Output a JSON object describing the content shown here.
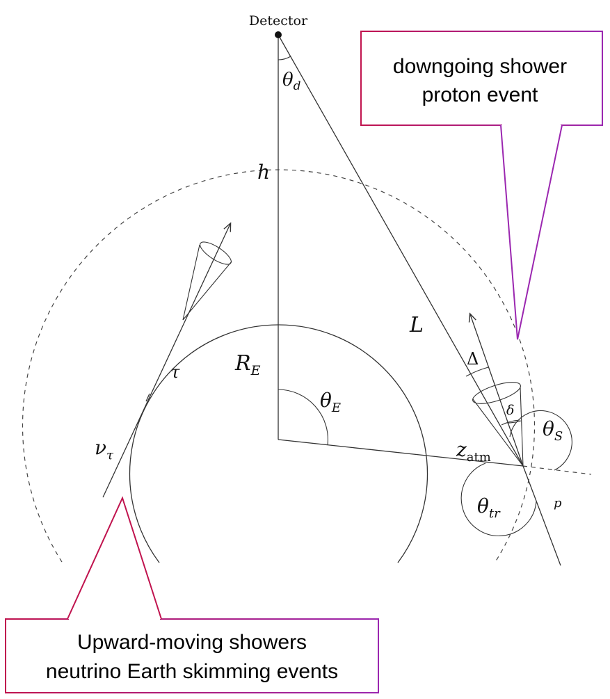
{
  "labels": {
    "detector": "Detector",
    "theta_d": "θ",
    "theta_d_sub": "d",
    "h": "h",
    "L": "L",
    "R_E": "R",
    "R_E_sub": "E",
    "theta_E": "θ",
    "theta_E_sub": "E",
    "tau": "τ",
    "nu_tau": "ν",
    "nu_tau_sub": "τ",
    "Delta": "Δ",
    "delta": "δ",
    "theta_S": "θ",
    "theta_S_sub": "S",
    "z_atm": "z",
    "z_atm_sub": "atm",
    "theta_tr": "θ",
    "theta_tr_sub": "tr",
    "p": "p"
  },
  "callouts": {
    "downgoing": {
      "line1": "downgoing shower",
      "line2": "proton event",
      "border_color": "#c0134e",
      "pointer_color": "#9b27b0"
    },
    "upward": {
      "line1": "Upward-moving showers",
      "line2": "neutrino Earth skimming events",
      "border_color": "#c0134e",
      "pointer_color": "#9b27b0"
    }
  }
}
